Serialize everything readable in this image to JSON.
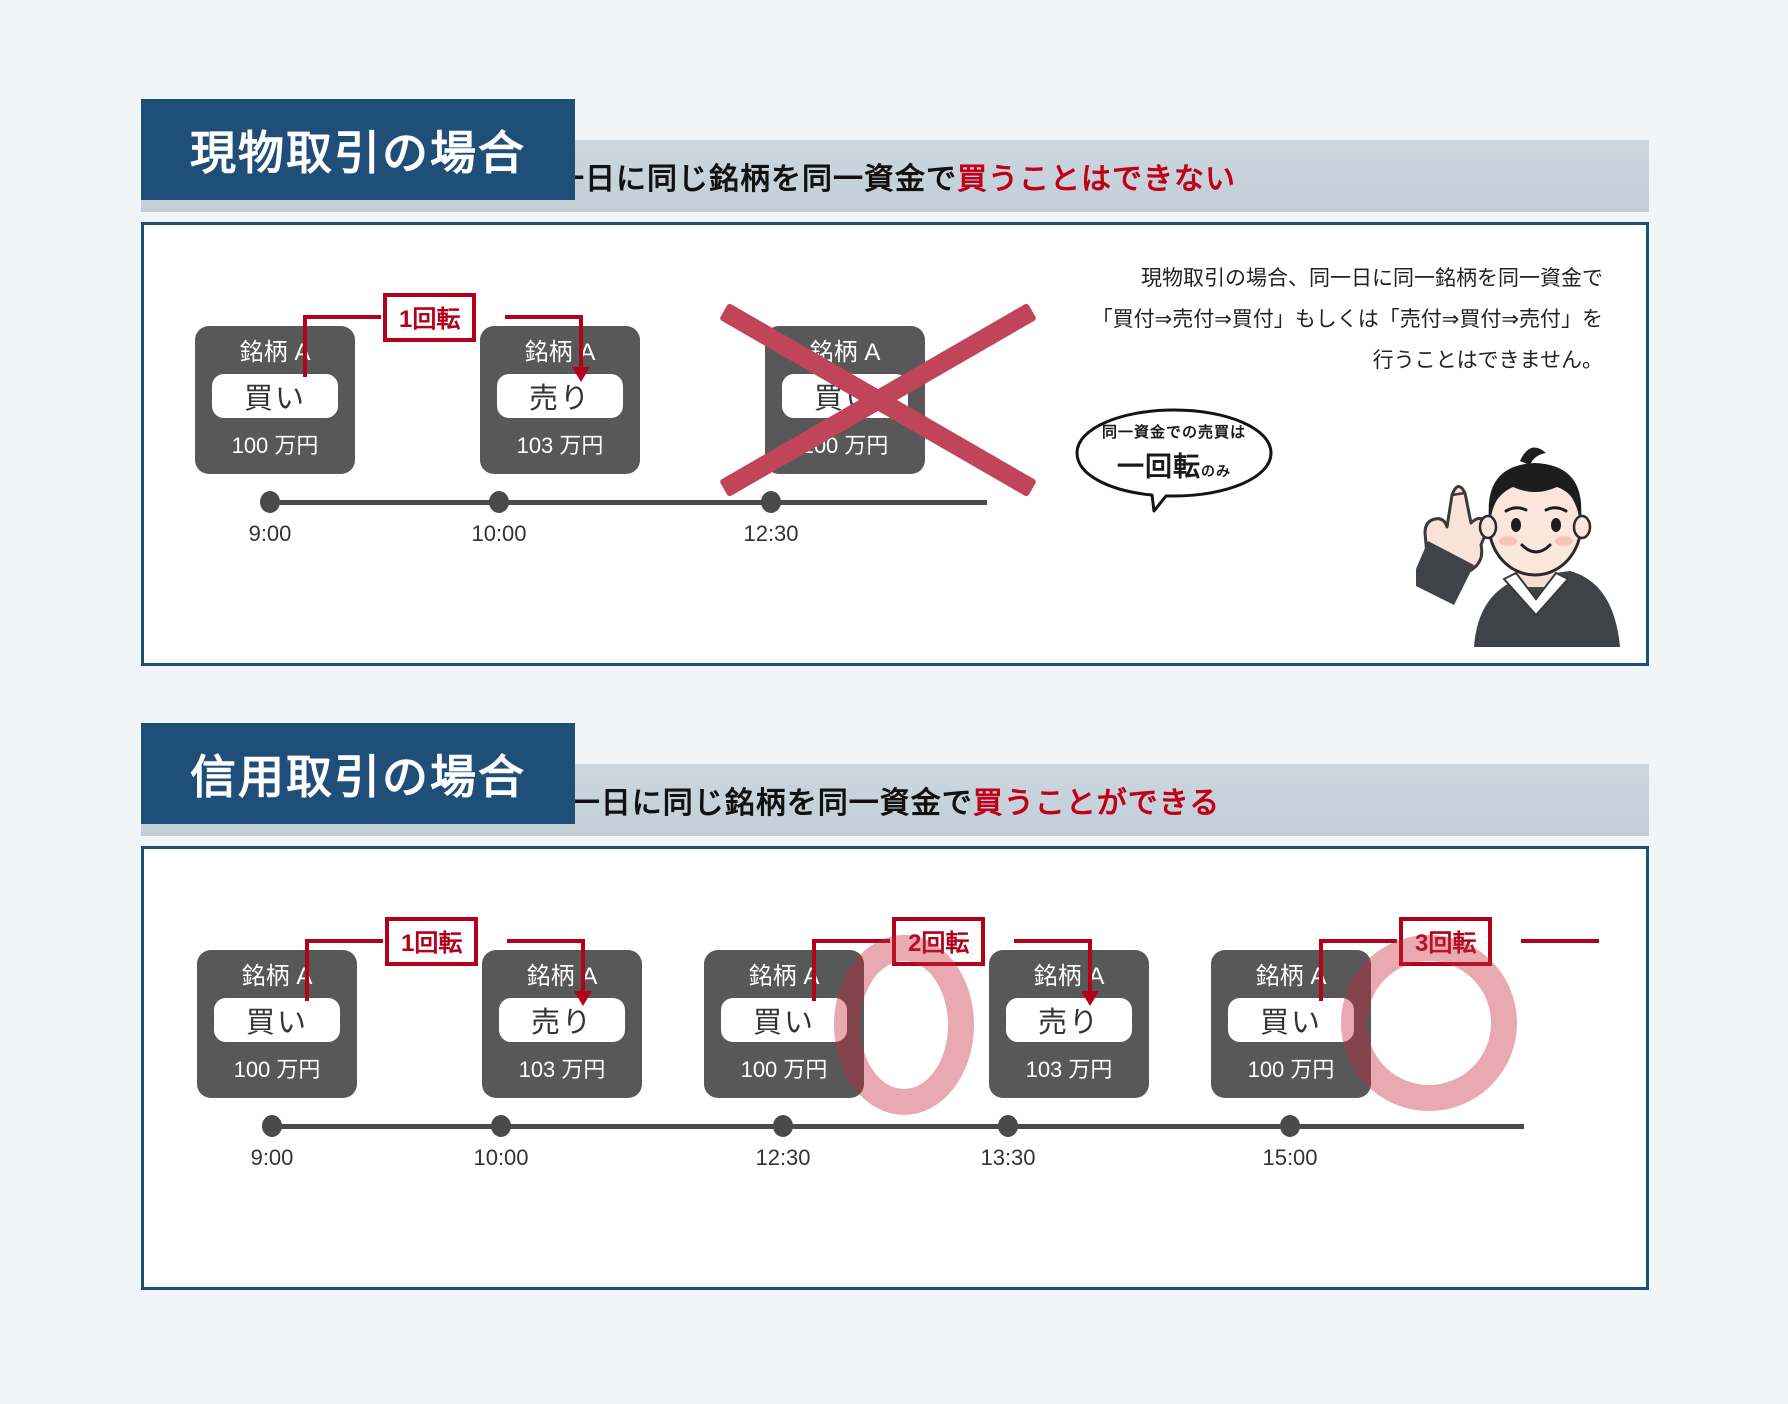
{
  "background_color": "#f0f6f7",
  "accent_colors": {
    "title_blue": "#1f4e79",
    "subbar_gray": "#c8d4dc",
    "red": "#b3001b",
    "highlight_red": "#c00018",
    "card_gray": "#585858",
    "x_mark": "#c0445a",
    "circle_highlight": "rgba(198,40,60,0.40)"
  },
  "panels": [
    {
      "id": "spot-trading",
      "title": "現物取引の場合",
      "subbar": {
        "normal": "一日に同じ銘柄を同一資金で",
        "highlight": "買うことはできない"
      },
      "cards": [
        {
          "symbol": "銘柄 A",
          "action": "買い",
          "amount": "100 万円",
          "crossed": false
        },
        {
          "symbol": "銘柄 A",
          "action": "売り",
          "amount": "103 万円",
          "crossed": false
        },
        {
          "symbol": "銘柄 A",
          "action": "買い",
          "amount": "100 万円",
          "crossed": true
        }
      ],
      "rotations": [
        {
          "label": "1回転"
        }
      ],
      "timeline": [
        "9:00",
        "10:00",
        "12:30"
      ],
      "description": [
        "現物取引の場合、同一日に同一銘柄を同一資金で",
        "「買付⇒売付⇒買付」もしくは「売付⇒買付⇒売付」を",
        "行うことはできません。"
      ],
      "bubble": {
        "line1": "同一資金での売買は",
        "line2": "一回転",
        "line2_suffix": "のみ"
      }
    },
    {
      "id": "margin-trading",
      "title": "信用取引の場合",
      "subbar": {
        "normal": "一日に同じ銘柄を同一資金で",
        "highlight": "買うことができる"
      },
      "cards": [
        {
          "symbol": "銘柄 A",
          "action": "買い",
          "amount": "100 万円",
          "crossed": false
        },
        {
          "symbol": "銘柄 A",
          "action": "売り",
          "amount": "103 万円",
          "crossed": false
        },
        {
          "symbol": "銘柄 A",
          "action": "買い",
          "amount": "100 万円",
          "crossed": false
        },
        {
          "symbol": "銘柄 A",
          "action": "売り",
          "amount": "103 万円",
          "crossed": false
        },
        {
          "symbol": "銘柄 A",
          "action": "買い",
          "amount": "100 万円",
          "crossed": false
        }
      ],
      "rotations": [
        {
          "label": "1回転"
        },
        {
          "label": "2回転"
        },
        {
          "label": "3回転"
        }
      ],
      "timeline": [
        "9:00",
        "10:00",
        "12:30",
        "13:30",
        "15:00"
      ]
    }
  ]
}
